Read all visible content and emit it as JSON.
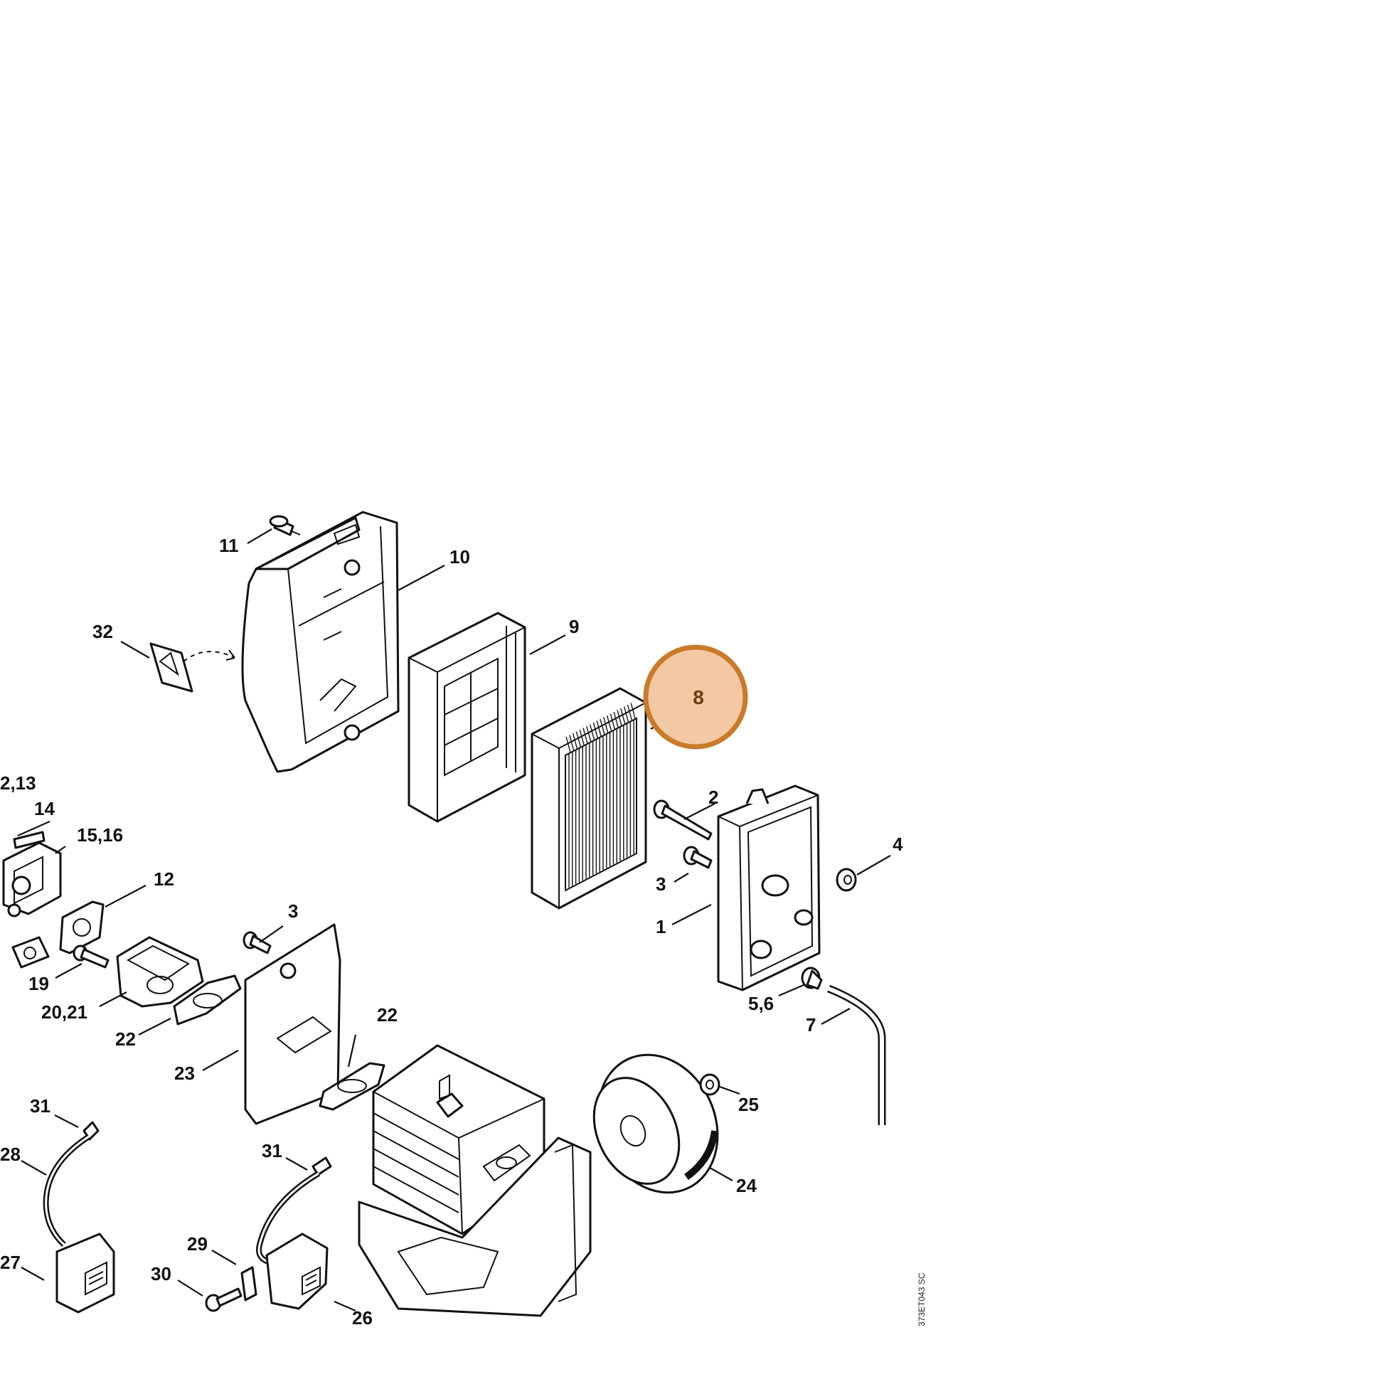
{
  "diagram": {
    "drawing_code": "373ET043 SC",
    "highlight": {
      "label": "8",
      "fill": "#f3c9a3",
      "stroke": "#c97a2a"
    },
    "labels": {
      "p1": "1",
      "p2": "2",
      "p3a": "3",
      "p3b": "3",
      "p4": "4",
      "p5_6": "5,6",
      "p7": "7",
      "p9": "9",
      "p10": "10",
      "p11": "11",
      "p12": "12",
      "p12_13": "2,13",
      "p14": "14",
      "p15_16": "15,16",
      "p19": "19",
      "p20_21": "20,21",
      "p22a": "22",
      "p22b": "22",
      "p23": "23",
      "p24": "24",
      "p25": "25",
      "p26": "26",
      "p27": "27",
      "p28": "28",
      "p29": "29",
      "p30": "30",
      "p31a": "31",
      "p31b": "31",
      "p32": "32"
    }
  }
}
